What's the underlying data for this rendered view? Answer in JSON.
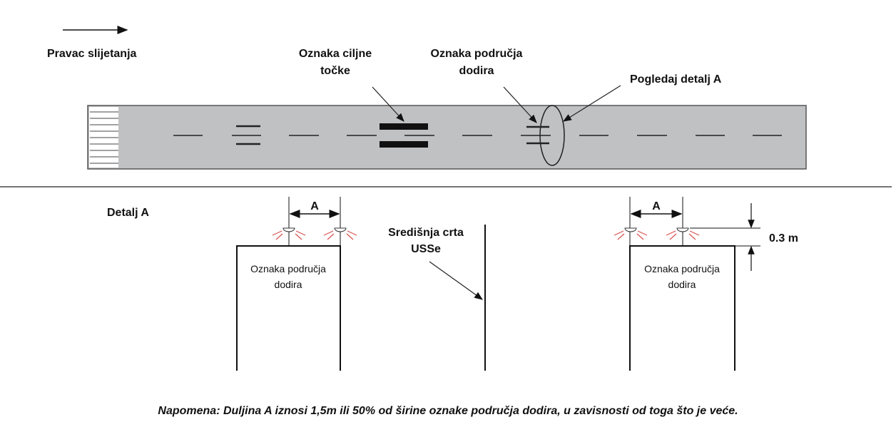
{
  "labels": {
    "landing_direction": "Pravac slijetanja",
    "aiming_point_1": "Oznaka ciljne",
    "aiming_point_2": "točke",
    "touchdown_1": "Oznaka područja",
    "touchdown_2": "dodira",
    "see_detail": "Pogledaj detalj A",
    "detail_title": "Detalj A",
    "dim_a": "A",
    "box_1": "Oznaka područja",
    "box_2": "dodira",
    "centerline_1": "Središnja crta",
    "centerline_2": "USSe",
    "height": "0.3 m",
    "note": "Napomena: Duljina A iznosi 1,5m ili 50% od širine oznake područja dodira, u zavisnosti od toga što je veće."
  },
  "colors": {
    "runway": "#c0c1c3",
    "light_rays": "#d9534f"
  }
}
